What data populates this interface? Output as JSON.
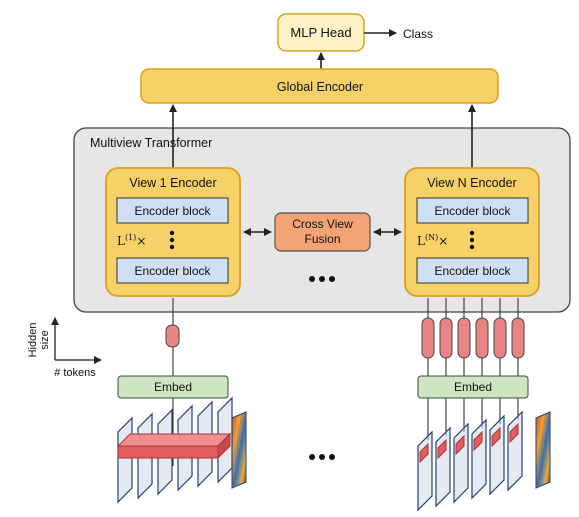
{
  "mlp_head": "MLP Head",
  "class_label": "Class",
  "global_encoder": "Global Encoder",
  "multiview_transformer": "Multiview Transformer",
  "view1": {
    "title": "View 1 Encoder",
    "block_top": "Encoder block",
    "block_bottom": "Encoder block",
    "repeat_base": "L",
    "repeat_sup": "(1)",
    "repeat_times": "×"
  },
  "viewN": {
    "title": "View N Encoder",
    "block_top": "Encoder block",
    "block_bottom": "Encoder block",
    "repeat_base": "L",
    "repeat_sup": "(N)",
    "repeat_times": "×"
  },
  "cross_view_fusion": {
    "line1": "Cross View",
    "line2": "Fusion"
  },
  "axes": {
    "y_line1": "Hidden",
    "y_line2": "size",
    "x": "# tokens"
  },
  "embed_left": "Embed",
  "embed_right": "Embed",
  "colors": {
    "yellow": "#f6d167",
    "yellow_stroke": "#d9a21d",
    "blue_block": "#cfe0f5",
    "orange": "#f2a477",
    "green": "#cde6c1",
    "token": "#e88484",
    "panel": "#e6e6e6"
  }
}
